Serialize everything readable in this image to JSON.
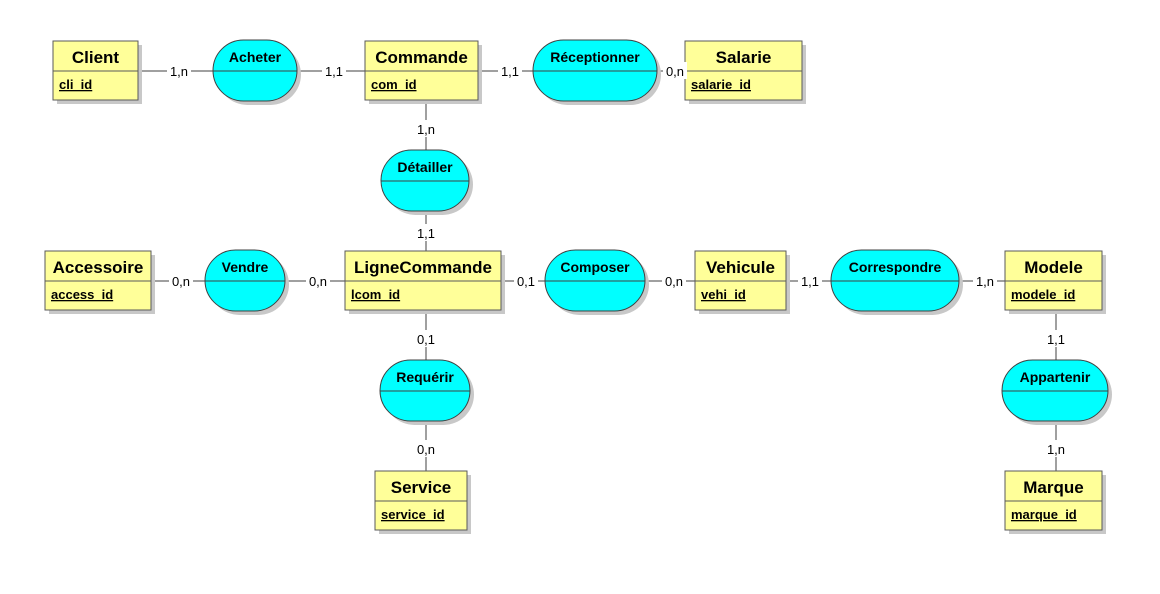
{
  "entities": [
    {
      "id": "client",
      "name": "Client",
      "attribute": "cli_id"
    },
    {
      "id": "commande",
      "name": "Commande",
      "attribute": "com_id"
    },
    {
      "id": "salarie",
      "name": "Salarie",
      "attribute": "salarie_id"
    },
    {
      "id": "accessoire",
      "name": "Accessoire",
      "attribute": "access_id"
    },
    {
      "id": "lignecommande",
      "name": "LigneCommande",
      "attribute": "lcom_id"
    },
    {
      "id": "vehicule",
      "name": "Vehicule",
      "attribute": "vehi_id"
    },
    {
      "id": "modele",
      "name": "Modele",
      "attribute": "modele_id"
    },
    {
      "id": "service",
      "name": "Service",
      "attribute": "service_id"
    },
    {
      "id": "marque",
      "name": "Marque",
      "attribute": "marque_id"
    }
  ],
  "relationships": [
    {
      "id": "acheter",
      "name": "Acheter"
    },
    {
      "id": "receptionner",
      "name": "Réceptionner"
    },
    {
      "id": "detailler",
      "name": "Détailler"
    },
    {
      "id": "vendre",
      "name": "Vendre"
    },
    {
      "id": "composer",
      "name": "Composer"
    },
    {
      "id": "correspondre",
      "name": "Correspondre"
    },
    {
      "id": "requerir",
      "name": "Requérir"
    },
    {
      "id": "appartenir",
      "name": "Appartenir"
    }
  ],
  "cardinalities": [
    {
      "id": "client-acheter",
      "label": "1,n"
    },
    {
      "id": "acheter-commande",
      "label": "1,1"
    },
    {
      "id": "commande-receptionner",
      "label": "1,1"
    },
    {
      "id": "receptionner-salarie",
      "label": "0,n"
    },
    {
      "id": "commande-detailler",
      "label": "1,n"
    },
    {
      "id": "detailler-lignecommande",
      "label": "1,1"
    },
    {
      "id": "accessoire-vendre",
      "label": "0,n"
    },
    {
      "id": "vendre-lignecommande",
      "label": "0,n"
    },
    {
      "id": "lignecommande-composer",
      "label": "0,1"
    },
    {
      "id": "composer-vehicule",
      "label": "0,n"
    },
    {
      "id": "vehicule-correspondre",
      "label": "1,1"
    },
    {
      "id": "correspondre-modele",
      "label": "1,n"
    },
    {
      "id": "lignecommande-requerir",
      "label": "0,1"
    },
    {
      "id": "requerir-service",
      "label": "0,n"
    },
    {
      "id": "modele-appartenir",
      "label": "1,1"
    },
    {
      "id": "appartenir-marque",
      "label": "1,n"
    }
  ],
  "colors": {
    "entity_fill": "#ffff99",
    "relationship_fill": "#00ffff",
    "border": "#404040"
  }
}
